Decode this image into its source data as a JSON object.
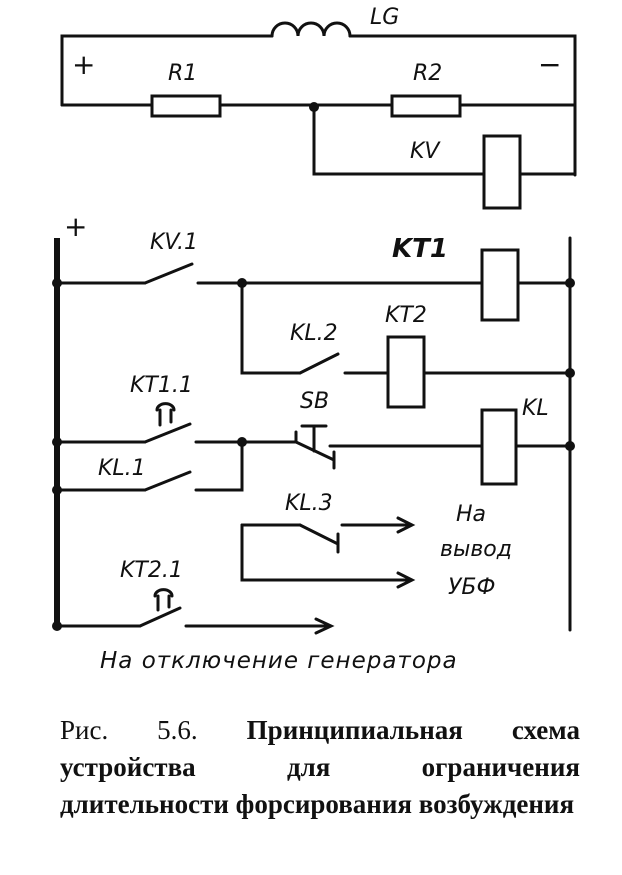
{
  "diagram": {
    "labels": {
      "lg": "LG",
      "plus_top": "+",
      "minus_top": "−",
      "r1": "R1",
      "r2": "R2",
      "kv": "KV",
      "plus_bus": "+",
      "kv1": "KV.1",
      "kt1": "KT1",
      "kl2": "KL.2",
      "kt2": "KT2",
      "kt11": "KT1.1",
      "sb": "SB",
      "kl": "KL",
      "kl1": "KL.1",
      "kl3": "KL.3",
      "kt21": "KT2.1",
      "ubf_line1": "На",
      "ubf_line2": "вывод",
      "ubf_line3": "УБФ",
      "bottom": "На отключение генератора"
    }
  },
  "caption": {
    "number": "Рис. 5.6.",
    "text": "Принципиальная схема устройства для ограничения длительности форсирования возбуждения"
  }
}
